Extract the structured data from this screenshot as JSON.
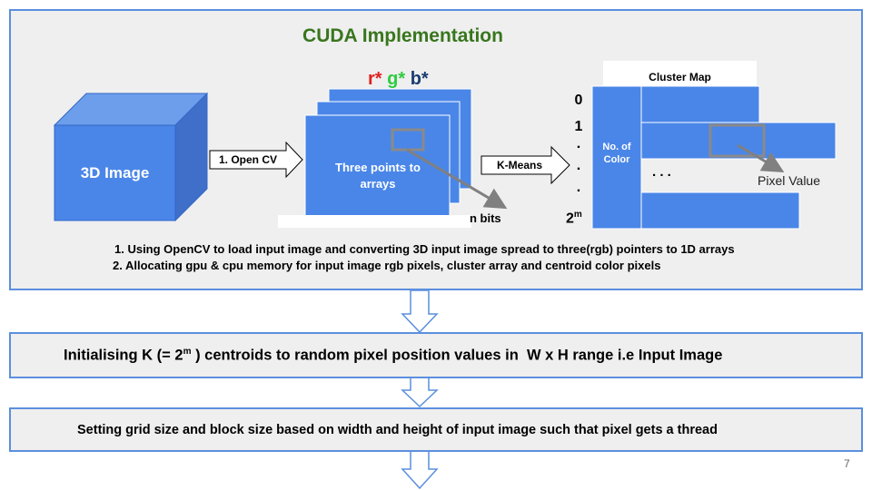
{
  "cuda_panel": {
    "title": "CUDA Implementation",
    "cube_label": "3D Image",
    "opencv_arrow_label": "1. Open CV",
    "rgb": {
      "r": "r*",
      "g": "g*",
      "b": "b*"
    },
    "stack_label": "Three points to arrays",
    "n_bits_label": "n bits",
    "kmeans_arrow_label": "K-Means",
    "cluster_map_title": "Cluster Map",
    "row_index_top": "0",
    "row_index_one": "1",
    "row_index_dots": ".",
    "row_index_bottom_base": "2",
    "row_index_bottom_exp": "m",
    "no_of_color_label": "No. of Color",
    "ellipsis": ". . .",
    "pixel_value_label": "Pixel Value",
    "note_1": "1. Using OpenCV to load input image and converting 3D input image spread to three(rgb) pointers to  1D arrays",
    "note_2": "2. Allocating gpu & cpu memory for input image rgb pixels, cluster array and centroid color pixels"
  },
  "steps": [
    {
      "text_pre": "Initialising K (= 2",
      "sup": "m",
      "text_post": " ) centroids to random pixel position values in  W x H range i.e Input Image"
    },
    {
      "text": "Setting grid size and block size based on width and height of input image such that pixel gets a thread"
    }
  ],
  "page_number": "7",
  "colors": {
    "accent": "#4a86e8",
    "panel_border": "#5b8fde",
    "title": "#38761d",
    "r": "#e02020",
    "g": "#2ecc40",
    "b": "#1a3c70"
  }
}
